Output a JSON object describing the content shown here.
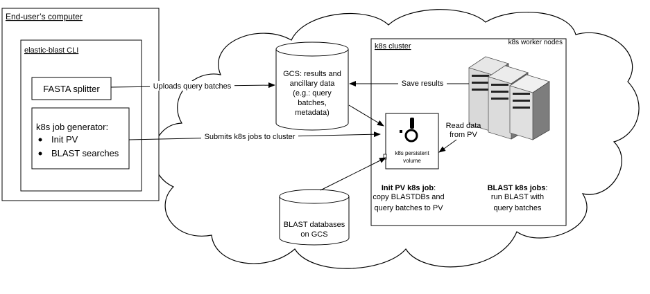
{
  "end_user": {
    "title": "End-user’s computer"
  },
  "cli": {
    "title": "elastic-blast CLI"
  },
  "fasta_splitter": {
    "label": "FASTA splitter"
  },
  "job_generator": {
    "title": "k8s job generator:",
    "items": [
      "Init PV",
      "BLAST searches"
    ]
  },
  "gcs_results": {
    "lines": [
      "GCS: results and",
      "ancillary data",
      "(e.g.: query",
      "batches,",
      "metadata)"
    ]
  },
  "blast_db": {
    "lines": [
      "BLAST databases",
      "on GCS"
    ]
  },
  "k8s_cluster": {
    "title": "k8s cluster"
  },
  "worker_nodes": {
    "label": "k8s worker nodes"
  },
  "persistent_volume": {
    "lines": [
      "k8s persistent",
      "volume"
    ]
  },
  "init_pv_job": {
    "title": "Init PV k8s job",
    "suffix": ":",
    "lines": [
      "copy BLASTDBs and",
      "query batches to PV"
    ]
  },
  "blast_jobs": {
    "title": "BLAST k8s jobs",
    "suffix": ":",
    "lines": [
      "run BLAST with",
      "query batches"
    ]
  },
  "arrows": {
    "uploads": "Uploads query batches",
    "submits": "Submits k8s jobs to cluster",
    "save_results": "Save results",
    "read_data": [
      "Read data",
      "from PV"
    ]
  }
}
